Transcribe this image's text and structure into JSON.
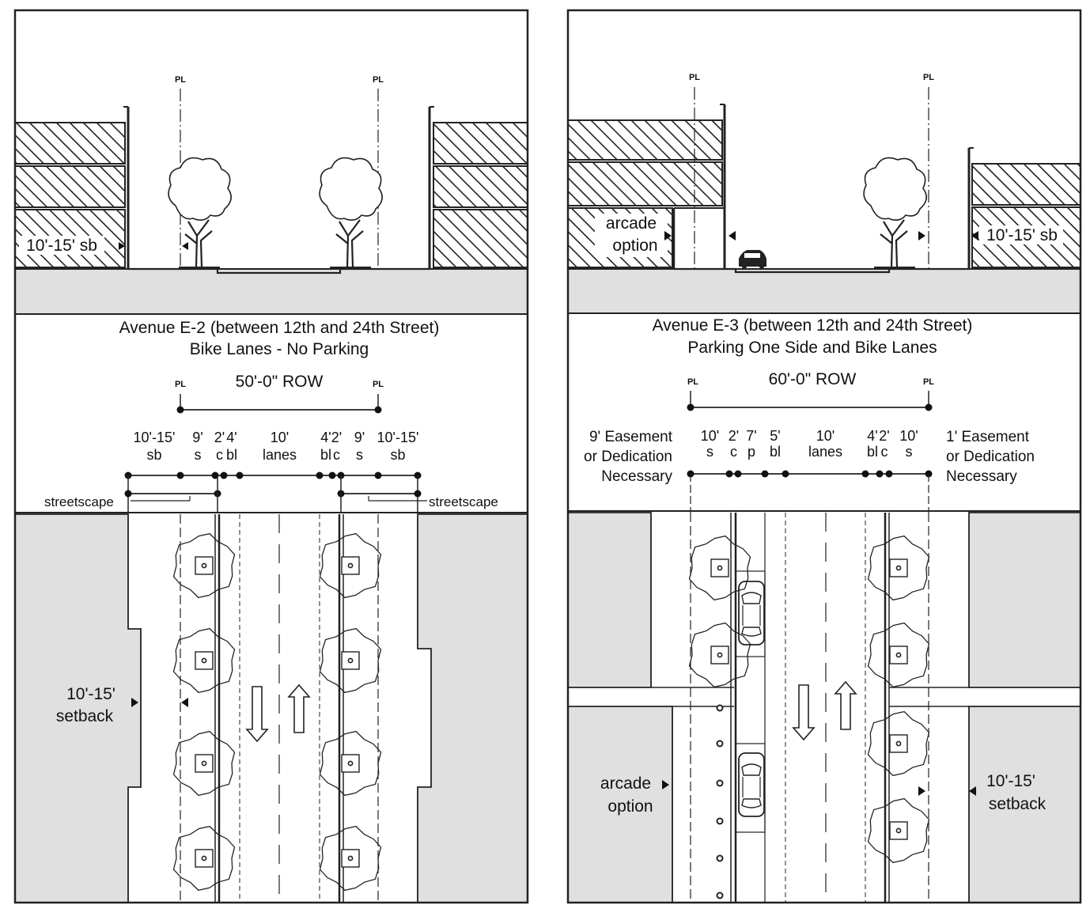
{
  "left_panel": {
    "pl_label": "PL",
    "title_line1": "Avenue E-2 (between 12th and 24th Street)",
    "title_line2": "Bike Lanes - No Parking",
    "row_label": "50'-0\" ROW",
    "section_setback": "10'-15' sb",
    "dimensions": [
      {
        "top": "10'-15'",
        "bottom": "sb"
      },
      {
        "top": "9'",
        "bottom": "s"
      },
      {
        "top": "2'",
        "bottom": "c"
      },
      {
        "top": "4'",
        "bottom": "bl"
      },
      {
        "top": "10'",
        "bottom": "lanes"
      },
      {
        "top": "4'",
        "bottom": "bl"
      },
      {
        "top": "2'",
        "bottom": "c"
      },
      {
        "top": "9'",
        "bottom": "s"
      },
      {
        "top": "10'-15'",
        "bottom": "sb"
      }
    ],
    "streetscape_left": "streetscape",
    "streetscape_right": "streetscape",
    "plan_setback_line1": "10'-15'",
    "plan_setback_line2": "setback"
  },
  "right_panel": {
    "pl_label": "PL",
    "title_line1": "Avenue E-3 (between 12th and 24th Street)",
    "title_line2": "Parking One Side and Bike Lanes",
    "row_label": "60'-0\" ROW",
    "section_arcade_line1": "arcade",
    "section_arcade_line2": "option",
    "section_setback": "10'-15' sb",
    "dimensions": [
      {
        "top": "10'",
        "bottom": "s"
      },
      {
        "top": "2'",
        "bottom": "c"
      },
      {
        "top": "7'",
        "bottom": "p"
      },
      {
        "top": "5'",
        "bottom": "bl"
      },
      {
        "top": "10'",
        "bottom": "lanes"
      },
      {
        "top": "4'",
        "bottom": "bl"
      },
      {
        "top": "2'",
        "bottom": "c"
      },
      {
        "top": "10'",
        "bottom": "s"
      }
    ],
    "easement_left": [
      "9' Easement",
      "or Dedication",
      "Necessary"
    ],
    "easement_right": [
      "1' Easement",
      "or Dedication",
      "Necessary"
    ],
    "plan_arcade_line1": "arcade",
    "plan_arcade_line2": "option",
    "plan_setback_line1": "10'-15'",
    "plan_setback_line2": "setback"
  }
}
